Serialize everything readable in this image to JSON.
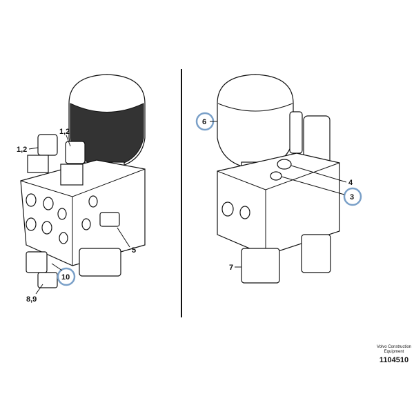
{
  "left_view": {
    "callouts": [
      "1,2",
      "1,2",
      "5",
      "10",
      "8,9"
    ]
  },
  "right_view": {
    "callouts": [
      "6",
      "4",
      "3",
      "7"
    ]
  },
  "footer": {
    "brand_line1": "Volvo Construction",
    "brand_line2": "Equipment",
    "drawing_number": "1104510"
  },
  "highlight_color": "#7aa0c8"
}
